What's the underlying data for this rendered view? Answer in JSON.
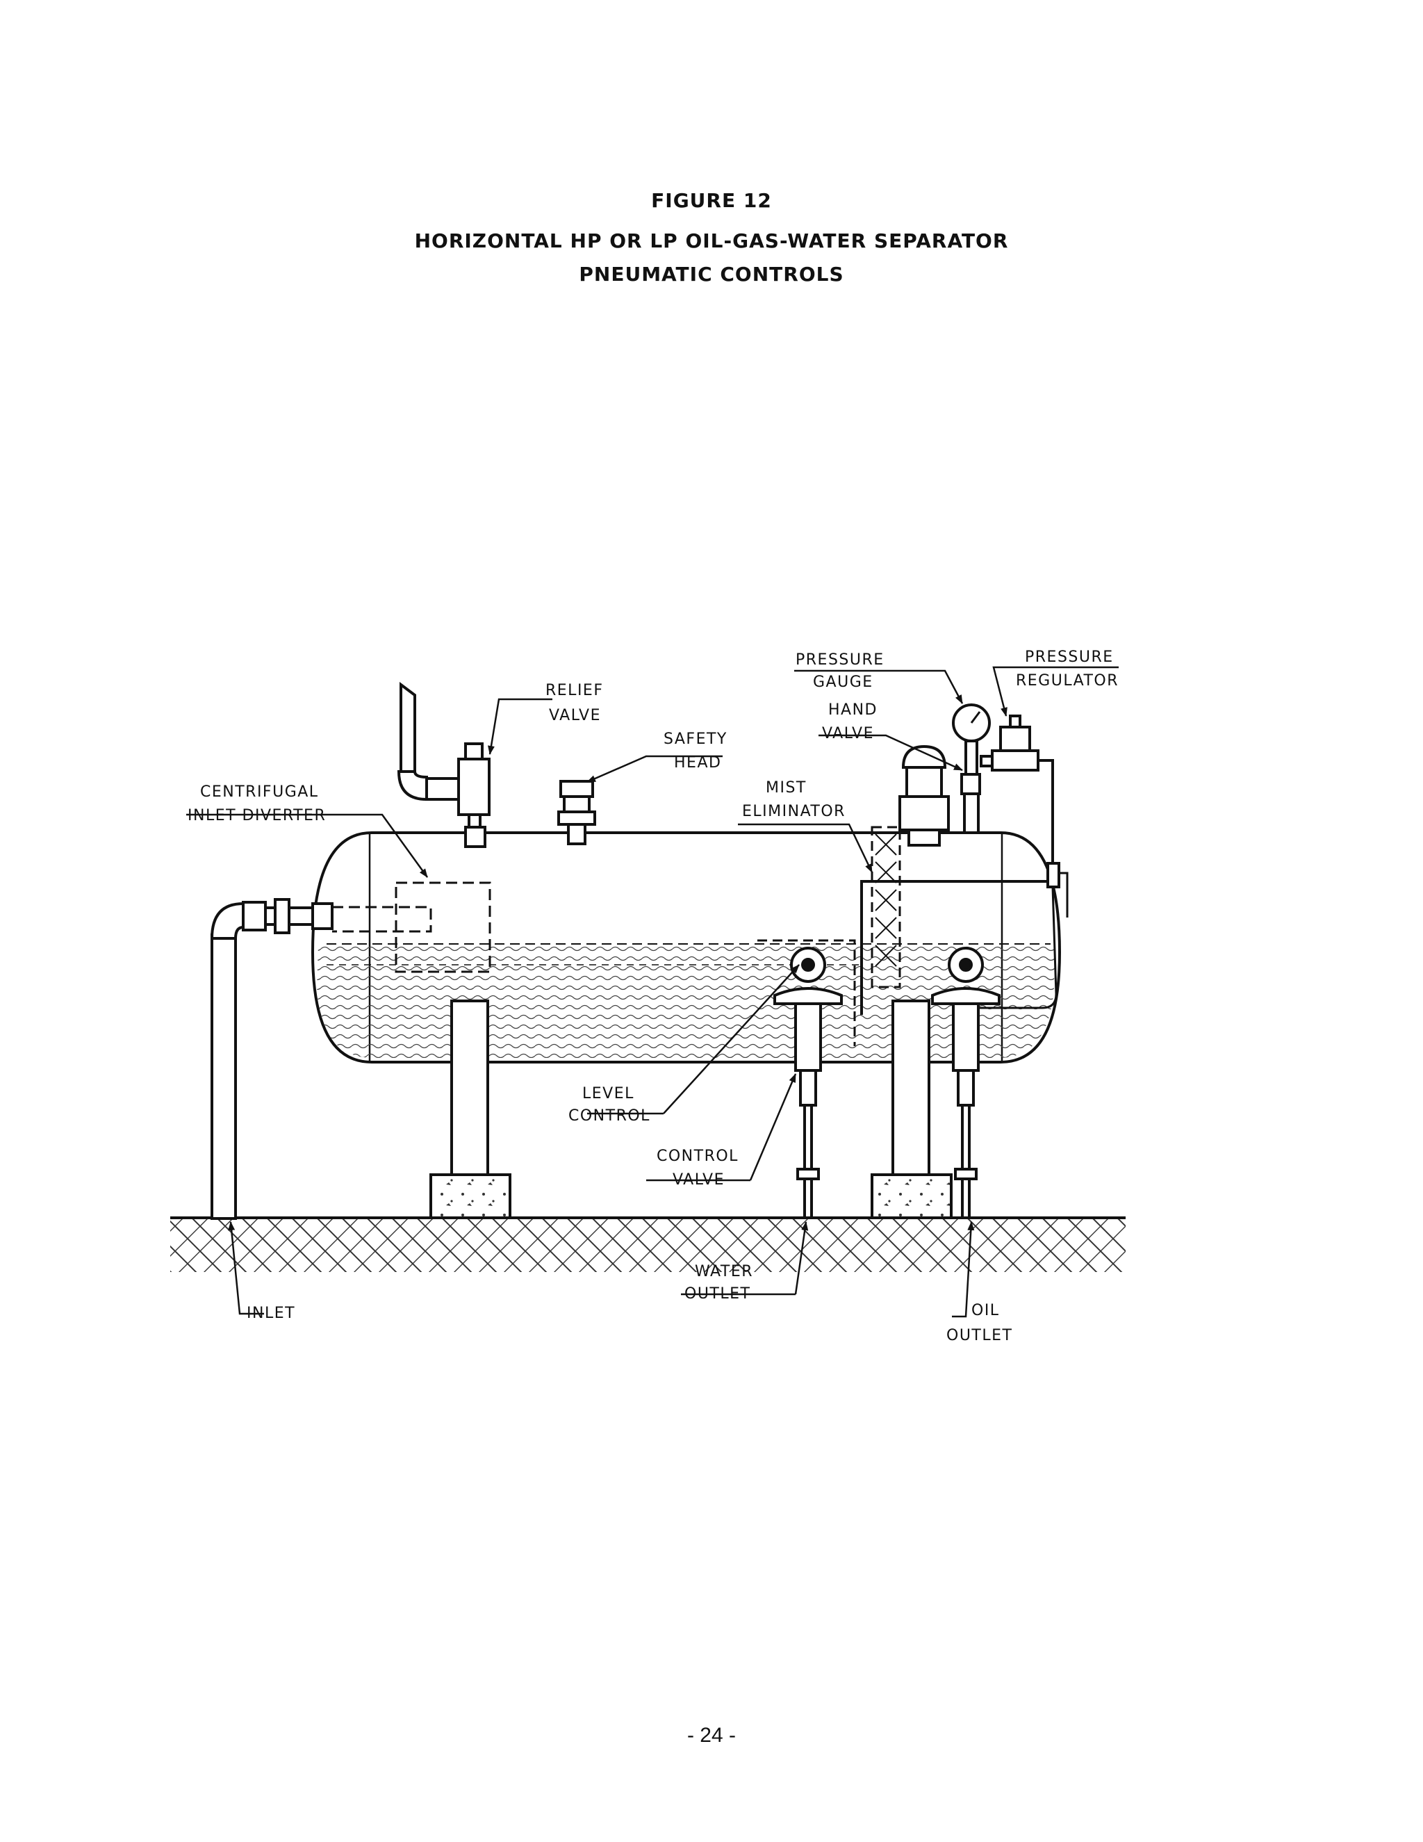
{
  "figure": {
    "number": "FIGURE 12",
    "title_line1": "HORIZONTAL HP OR LP OIL-GAS-WATER SEPARATOR",
    "title_line2": "PNEUMATIC CONTROLS"
  },
  "labels": {
    "pressure_gauge": [
      "PRESSURE",
      "GAUGE"
    ],
    "pressure_regulator": [
      "PRESSURE",
      "REGULATOR"
    ],
    "relief_valve": [
      "RELIEF",
      "VALVE"
    ],
    "hand_valve": [
      "HAND",
      "VALVE"
    ],
    "safety_head": [
      "SAFETY",
      "HEAD"
    ],
    "mist_eliminator": [
      "MIST",
      "ELIMINATOR"
    ],
    "centrifugal_inlet_diverter": [
      "CENTRIFUGAL",
      "INLET DIVERTER"
    ],
    "level_control": [
      "LEVEL",
      "CONTROL"
    ],
    "control_valve": [
      "CONTROL",
      "VALVE"
    ],
    "water_outlet": [
      "WATER",
      "OUTLET"
    ],
    "oil_outlet": [
      "OIL",
      "OUTLET"
    ],
    "inlet": "INLET"
  },
  "page_number": "- 24 -"
}
